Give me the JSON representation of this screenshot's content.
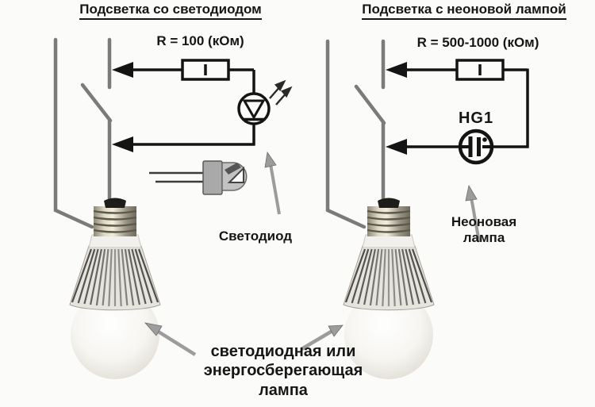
{
  "left_panel": {
    "title": "Подсветка со светодиодом",
    "resistor_label": "R = 100 (кОм)",
    "component_label": "Светодиод"
  },
  "right_panel": {
    "title": "Подсветка с неоновой лампой",
    "resistor_label": "R = 500-1000 (кОм)",
    "lamp_designator": "HG1",
    "component_label": "Неоновая лампа"
  },
  "bottom_label": "светодиодная или энергосберегающая лампа",
  "colors": {
    "background": "#fbfbf9",
    "circuit_line": "#141414",
    "wire_gray": "#7b7b7b",
    "annotation_arrow": "#9c9c9c",
    "text": "#161616"
  }
}
